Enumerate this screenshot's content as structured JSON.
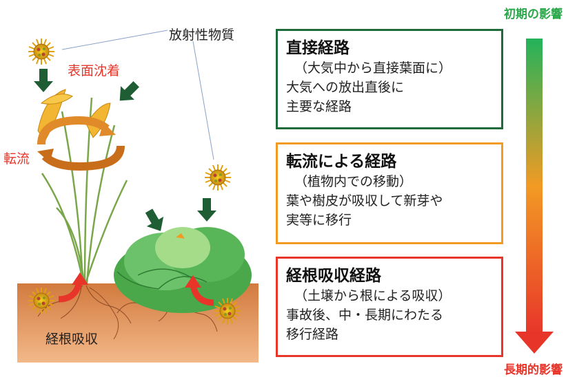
{
  "labels": {
    "radioactive": "放射性物質",
    "surface_deposition": "表面沈着",
    "translocation": "転流",
    "root_uptake": "経根吸収"
  },
  "routes": [
    {
      "title": "直接経路",
      "lines": [
        "（大気中から直接葉面に）",
        "大気への放出直後に",
        "主要な経路"
      ]
    },
    {
      "title": "転流による経路",
      "lines": [
        "（植物内での移動）",
        "葉や樹皮が吸収して新芽や",
        "実等に移行"
      ]
    },
    {
      "title": "経根吸収経路",
      "lines": [
        "（土壌から根による吸収）",
        "事故後、中・長期にわたる",
        "移行経路"
      ]
    }
  ],
  "influence": {
    "early": "初期の影響",
    "long_term": "長期的影響"
  },
  "colors": {
    "green": "#1e6b3a",
    "orange": "#f29a24",
    "red": "#e8352a",
    "soil": "#d8834a"
  },
  "icons": [
    "particle-icon",
    "arrow-icon",
    "plant-icon",
    "cabbage-icon"
  ]
}
